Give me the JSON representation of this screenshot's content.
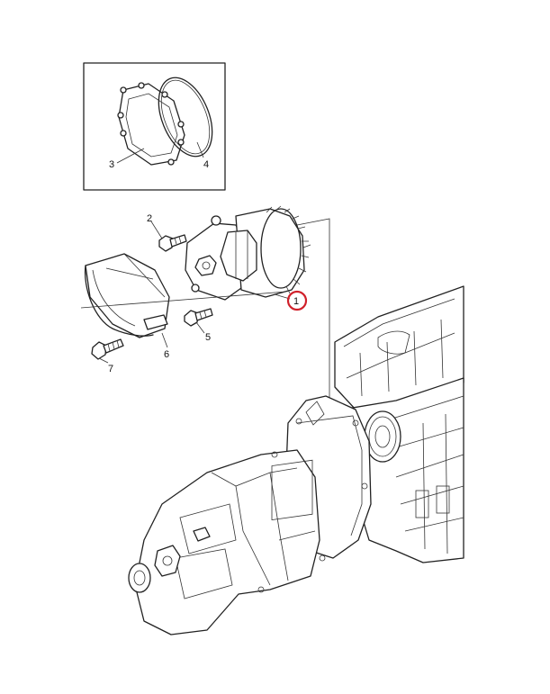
{
  "callouts": {
    "part_1": "1",
    "part_2": "2",
    "part_3": "3",
    "part_4": "4",
    "part_5": "5",
    "part_6": "6",
    "part_7": "7"
  },
  "highlight_color": "#d0202a"
}
